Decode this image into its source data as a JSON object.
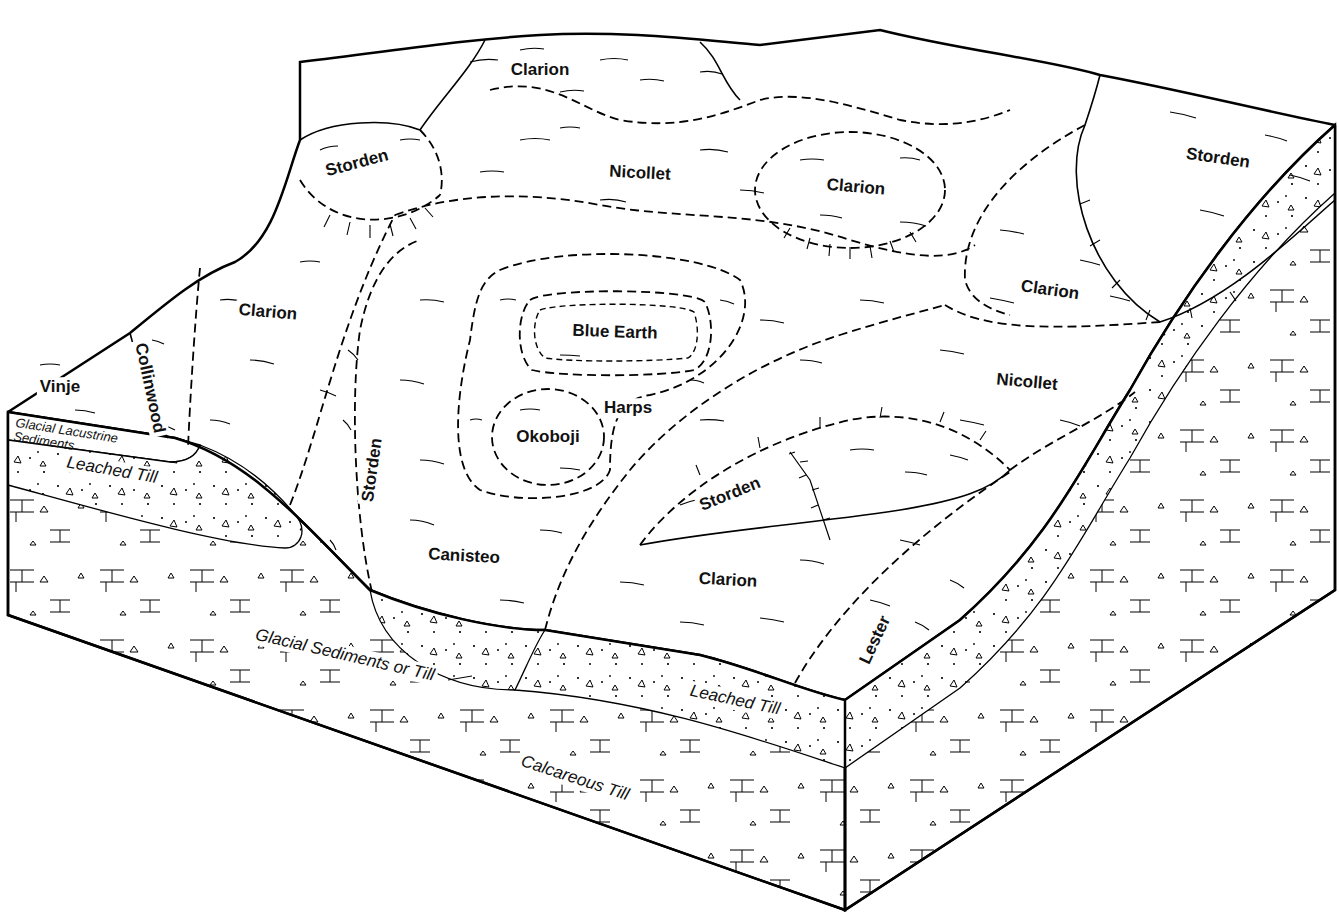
{
  "diagram": {
    "labels": [
      "Clarion",
      "Storden",
      "Storden",
      "Nicollet",
      "Clarion",
      "Clarion",
      "Clarion",
      "Blue Earth",
      "Collinwood",
      "Vinje",
      "Harps",
      "Nicollet",
      "Okoboji",
      "Glacial Lacustrine Sediments",
      "Storden",
      "Storden",
      "Leached Till",
      "Canisteo",
      "Clarion",
      "Lester",
      "Glacial Sediments or Till",
      "Leached Till",
      "Calcareous Till"
    ]
  }
}
